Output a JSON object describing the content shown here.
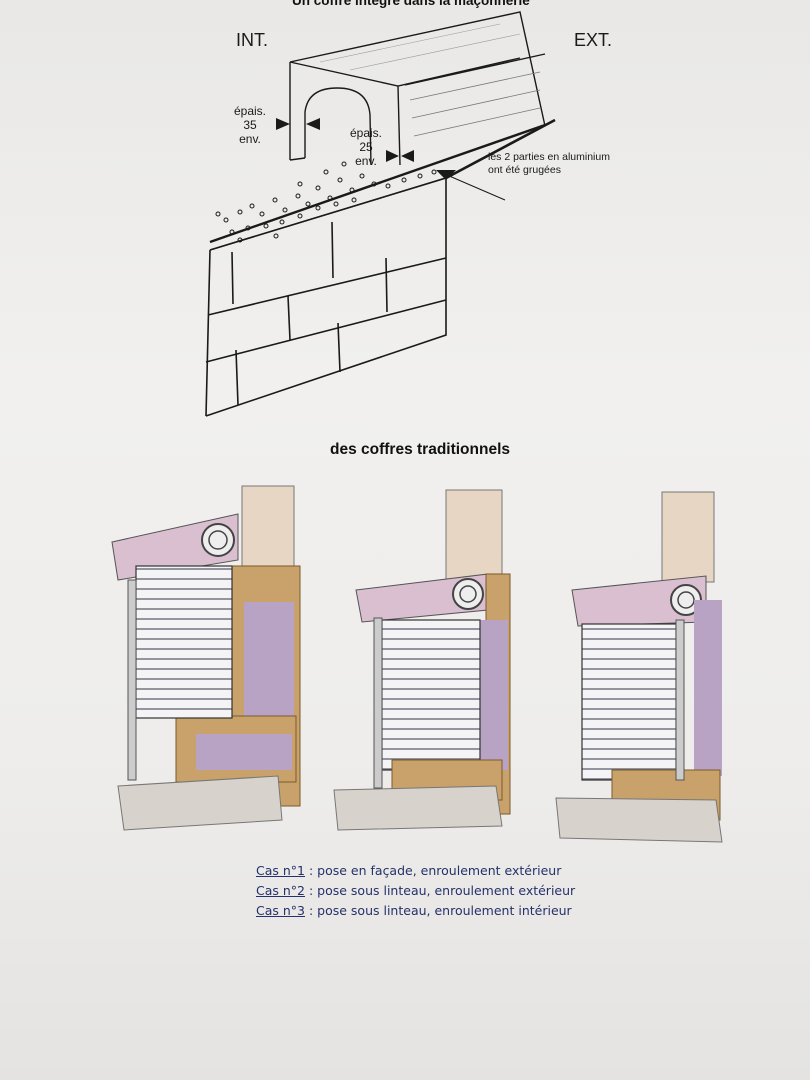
{
  "document": {
    "top_title": "Un coffre intégré dans la maçonnerie",
    "label_interior": "INT.",
    "label_exterior": "EXT.",
    "thickness_1": [
      "épais.",
      "35",
      "env."
    ],
    "thickness_2": [
      "épais.",
      "25",
      "env."
    ],
    "aluminium_note": [
      "les 2 parties en aluminium",
      "ont été grugées"
    ],
    "section_title": "des coffres  traditionnels",
    "captions": [
      {
        "key": "Cas n°1",
        "text": " : pose en façade, enroulement  extérieur"
      },
      {
        "key": "Cas n°2",
        "text": " : pose sous linteau, enroulement extérieur"
      },
      {
        "key": "Cas n°3",
        "text": " : pose sous linteau,  enroulement intérieur"
      }
    ]
  },
  "colors": {
    "ink": "#1a1a1a",
    "caption_blue": "#25316a",
    "wall_pink": "#d9bfcf",
    "frame_wood": "#c9a16a",
    "glass_purple": "#b9a3c4",
    "stone": "#d8d2cc",
    "wall_beige": "#e7d6c3"
  }
}
